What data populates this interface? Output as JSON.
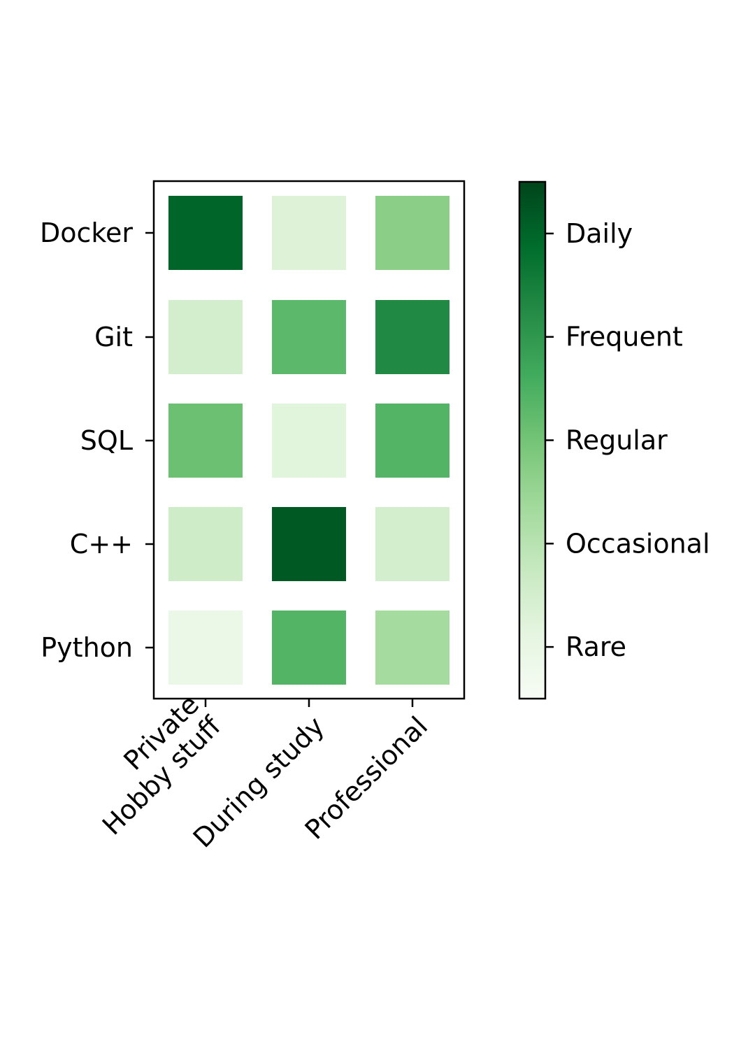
{
  "chart_data": {
    "type": "heatmap",
    "title": "",
    "xlabel": "",
    "ylabel": "",
    "rows": [
      "Docker",
      "Git",
      "SQL",
      "C++",
      "Python"
    ],
    "columns": [
      [
        "Private",
        "Hobby stuff"
      ],
      [
        "During study"
      ],
      [
        "Professional"
      ]
    ],
    "values": [
      [
        5.0,
        1.3,
        2.7
      ],
      [
        1.5,
        3.3,
        4.3
      ],
      [
        3.1,
        1.2,
        3.4
      ],
      [
        1.6,
        5.2,
        1.5
      ],
      [
        0.9,
        3.4,
        2.3
      ]
    ],
    "colorbar": {
      "vmin": 0.5,
      "vmax": 5.5,
      "colormap": "Greens",
      "ticks": [
        {
          "value": 1,
          "label": "Rare"
        },
        {
          "value": 2,
          "label": "Occasional"
        },
        {
          "value": 3,
          "label": "Regular"
        },
        {
          "value": 4,
          "label": "Frequent"
        },
        {
          "value": 5,
          "label": "Daily"
        }
      ]
    },
    "grid": false,
    "legend": "colorbar-right"
  }
}
